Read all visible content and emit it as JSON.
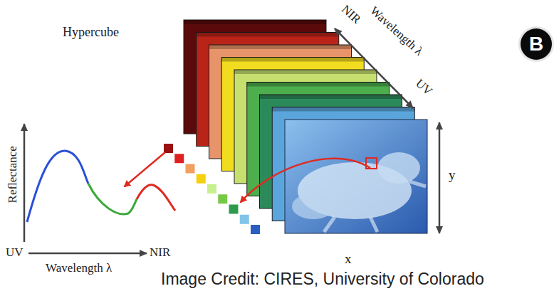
{
  "diagram": {
    "title": "Hypercube",
    "caption": "Image Credit: CIRES, University of Colorado",
    "nodes": [
      {
        "text": [
          "B"
        ]
      }
    ],
    "labels": [
      "NIR",
      "Wavelength λ",
      "UV",
      "y",
      "x",
      "Reflectance",
      "UV",
      "NIR",
      "Wavelength λ"
    ]
  }
}
